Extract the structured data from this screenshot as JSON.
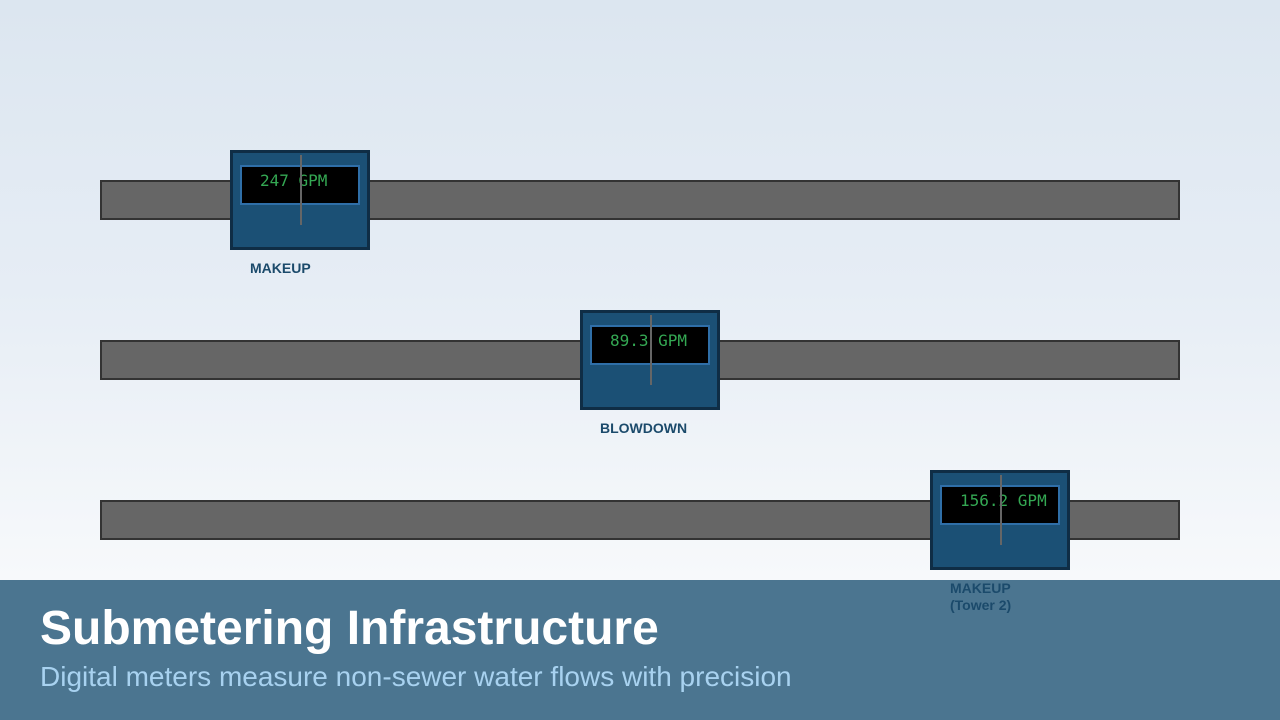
{
  "meters": [
    {
      "reading": "247 GPM",
      "label": "MAKEUP"
    },
    {
      "reading": "89.3 GPM",
      "label": "BLOWDOWN"
    },
    {
      "reading": "156.2 GPM",
      "label": "MAKEUP\n(Tower 2)"
    }
  ],
  "banner": {
    "title": "Submetering Infrastructure",
    "subtitle": "Digital meters measure non-sewer water flows with precision"
  },
  "colors": {
    "pipe": "#666666",
    "meter_body": "#1b5075",
    "display_text": "#34a853",
    "banner_bg": "#4b7590",
    "label_text": "#1b4a6b"
  }
}
